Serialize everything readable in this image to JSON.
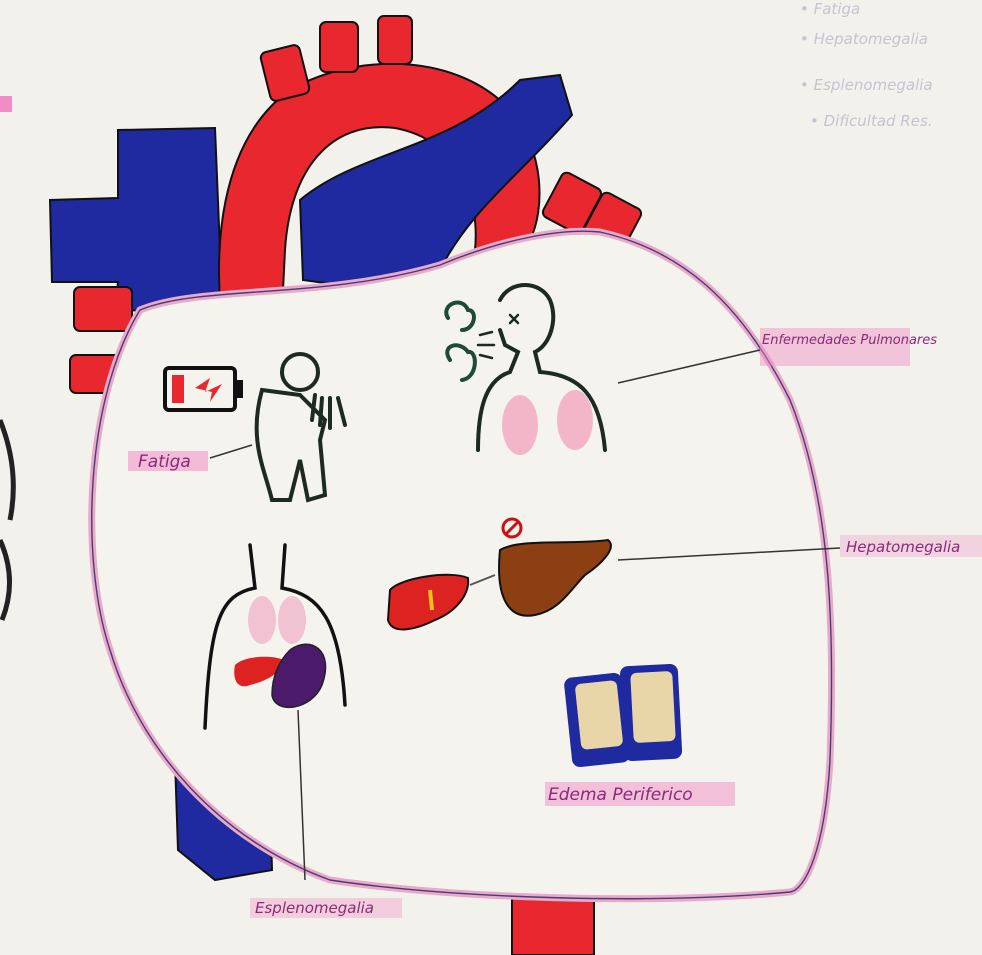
{
  "labels": {
    "fatigue": "Fatiga",
    "pulmonary": "Enfermedades Pulmonares",
    "hepatomegaly": "Hepatomegalia",
    "splenomegaly": "Esplenomegalia",
    "edema": "Edema Periferico"
  },
  "corner_notes": [
    "• Fatiga",
    "• Hepatomegalia",
    "• Esplenomegalia",
    "• Dificultad Res."
  ],
  "colors": {
    "artery_red": "#e8282e",
    "vein_blue": "#1f2aa0",
    "outline_pink": "#e9a9c8",
    "liver_brown": "#8b3f12",
    "spleen_purple": "#4b1a6b",
    "highlight_pink": "#f08dc4"
  }
}
